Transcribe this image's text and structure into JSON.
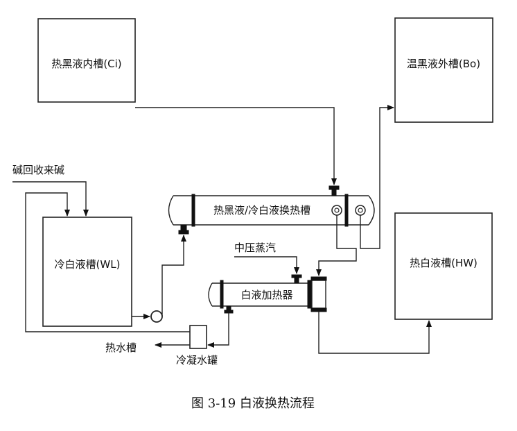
{
  "figure": {
    "caption": "图 3-19 白液换热流程"
  },
  "tanks": {
    "hot_black_inner": "热黑液内槽(Ci)",
    "warm_black_outer": "温黑液外槽(Bo)",
    "cold_white": "冷白液槽(WL)",
    "hot_white": "热白液槽(HW)"
  },
  "equipment": {
    "heat_exchanger": "热黑液/冷白液换热槽",
    "white_heater": "白液加热器",
    "condensate_tank": "冷凝水罐"
  },
  "streams": {
    "alkali_recovery": "碱回收来碱",
    "medium_steam": "中压蒸汽",
    "hot_water_tank": "热水槽"
  }
}
